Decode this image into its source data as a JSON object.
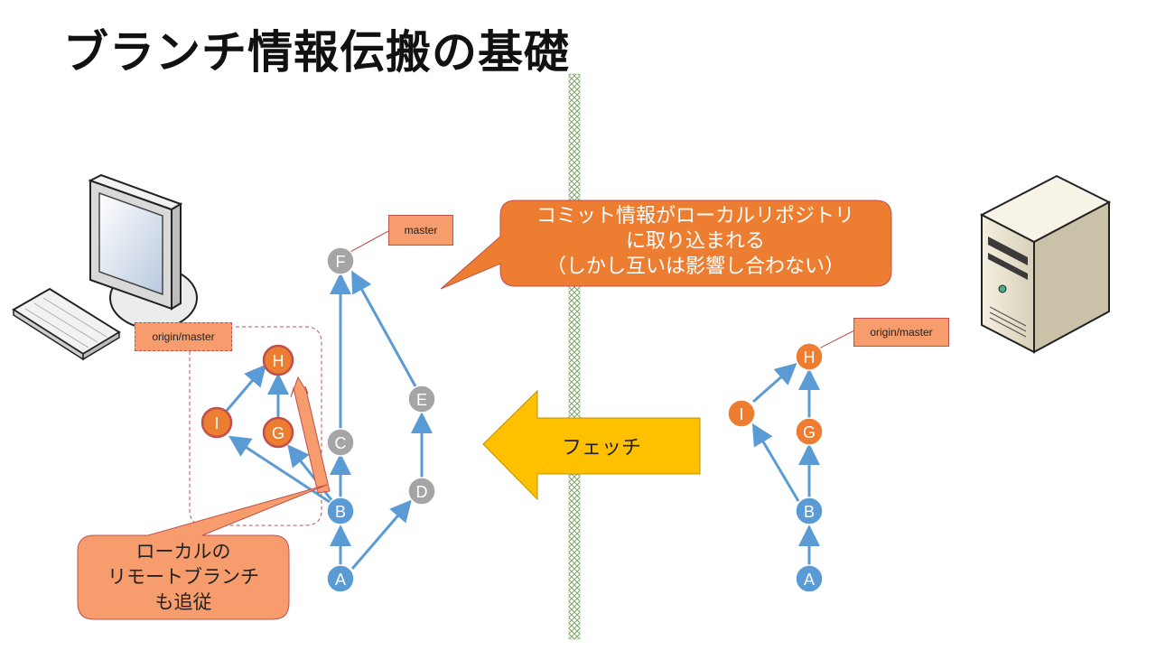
{
  "slide": {
    "title": "ブランチ情報伝搬の基礎"
  },
  "labels": {
    "master": "master",
    "local_origin_master": "origin/master",
    "remote_origin_master": "origin/master"
  },
  "callouts": {
    "commit_info": "コミット情報がローカルリポジトリ\nに取り込まれる\n（しかし互いは影響し合わない）",
    "local_remote_branch": "ローカルの\nリモートブランチ\nも追従"
  },
  "fetch": {
    "label": "フェッチ"
  },
  "graph": {
    "local_commits": [
      {
        "id": "A",
        "label": "A"
      },
      {
        "id": "B",
        "label": "B"
      },
      {
        "id": "C",
        "label": "C"
      },
      {
        "id": "D",
        "label": "D"
      },
      {
        "id": "E",
        "label": "E"
      },
      {
        "id": "F",
        "label": "F"
      },
      {
        "id": "G",
        "label": "G"
      },
      {
        "id": "H",
        "label": "H"
      },
      {
        "id": "I",
        "label": "I"
      }
    ],
    "remote_commits": [
      {
        "id": "A",
        "label": "A"
      },
      {
        "id": "B",
        "label": "B"
      },
      {
        "id": "G",
        "label": "G"
      },
      {
        "id": "H",
        "label": "H"
      },
      {
        "id": "I",
        "label": "I"
      }
    ]
  },
  "colors": {
    "blue_commit": "#5b9bd5",
    "gray_commit": "#a5a5a5",
    "orange_commit": "#ed7d31",
    "arrow": "#5b9bd5",
    "callout_orange": "#ed7d31",
    "callout_light": "#f79c6c",
    "fetch_arrow": "#ffc000"
  },
  "icons": {
    "local": "desktop-computer-icon",
    "remote": "server-tower-icon"
  }
}
